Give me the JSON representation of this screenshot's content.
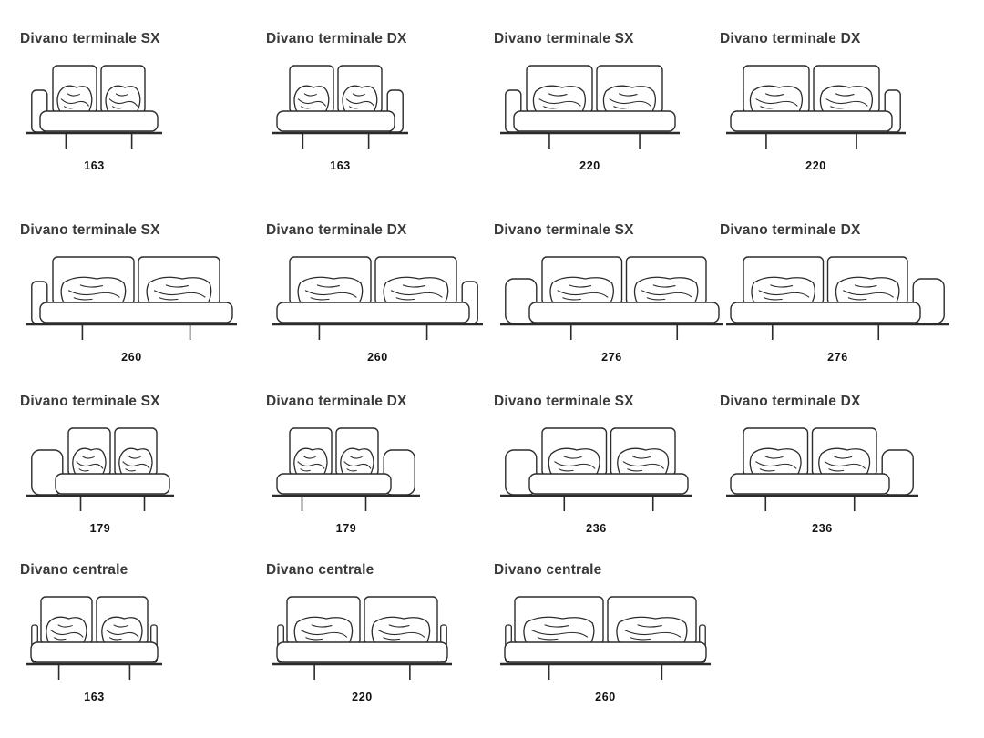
{
  "style": {
    "background": "#ffffff",
    "line_color": "#2b2b2b",
    "title_color": "#3a3a3a",
    "dimension_color": "#111111"
  },
  "cells": [
    {
      "title": "Divano terminale SX",
      "dimension": "163",
      "arm": "left",
      "arm_style": "tall"
    },
    {
      "title": "Divano terminale DX",
      "dimension": "163",
      "arm": "right",
      "arm_style": "tall"
    },
    {
      "title": "Divano terminale SX",
      "dimension": "220",
      "arm": "left",
      "arm_style": "tall"
    },
    {
      "title": "Divano terminale DX",
      "dimension": "220",
      "arm": "right",
      "arm_style": "tall"
    },
    {
      "title": "Divano terminale SX",
      "dimension": "260",
      "arm": "left",
      "arm_style": "tall"
    },
    {
      "title": "Divano terminale DX",
      "dimension": "260",
      "arm": "right",
      "arm_style": "tall"
    },
    {
      "title": "Divano terminale SX",
      "dimension": "276",
      "arm": "left",
      "arm_style": "wide"
    },
    {
      "title": "Divano terminale DX",
      "dimension": "276",
      "arm": "right",
      "arm_style": "wide"
    },
    {
      "title": "Divano terminale SX",
      "dimension": "179",
      "arm": "left",
      "arm_style": "wide"
    },
    {
      "title": "Divano terminale DX",
      "dimension": "179",
      "arm": "right",
      "arm_style": "wide"
    },
    {
      "title": "Divano terminale SX",
      "dimension": "236",
      "arm": "left",
      "arm_style": "wide"
    },
    {
      "title": "Divano terminale DX",
      "dimension": "236",
      "arm": "right",
      "arm_style": "wide"
    },
    {
      "title": "Divano centrale",
      "dimension": "163",
      "arm": "none",
      "arm_style": "none"
    },
    {
      "title": "Divano centrale",
      "dimension": "220",
      "arm": "none",
      "arm_style": "none"
    },
    {
      "title": "Divano centrale",
      "dimension": "260",
      "arm": "none",
      "arm_style": "none"
    }
  ]
}
